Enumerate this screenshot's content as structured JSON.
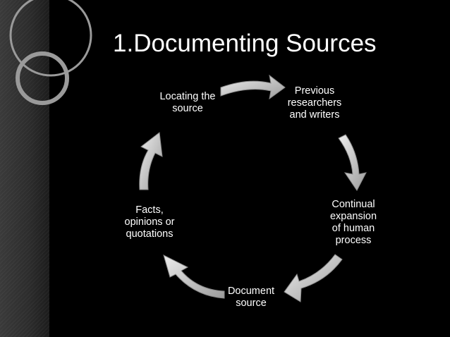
{
  "slide": {
    "title": "1.Documenting Sources"
  },
  "cycle": {
    "nodes": [
      {
        "id": "locating",
        "lines": [
          "Locating the",
          "source"
        ]
      },
      {
        "id": "previous",
        "lines": [
          "Previous",
          "researchers",
          "and writers"
        ]
      },
      {
        "id": "continual",
        "lines": [
          "Continual",
          "expansion",
          "of human",
          "process"
        ]
      },
      {
        "id": "document",
        "lines": [
          "Document",
          "source"
        ]
      },
      {
        "id": "facts",
        "lines": [
          "Facts,",
          "opinions or",
          "quotations"
        ]
      }
    ],
    "arrow_color": "#c9c9c9"
  }
}
